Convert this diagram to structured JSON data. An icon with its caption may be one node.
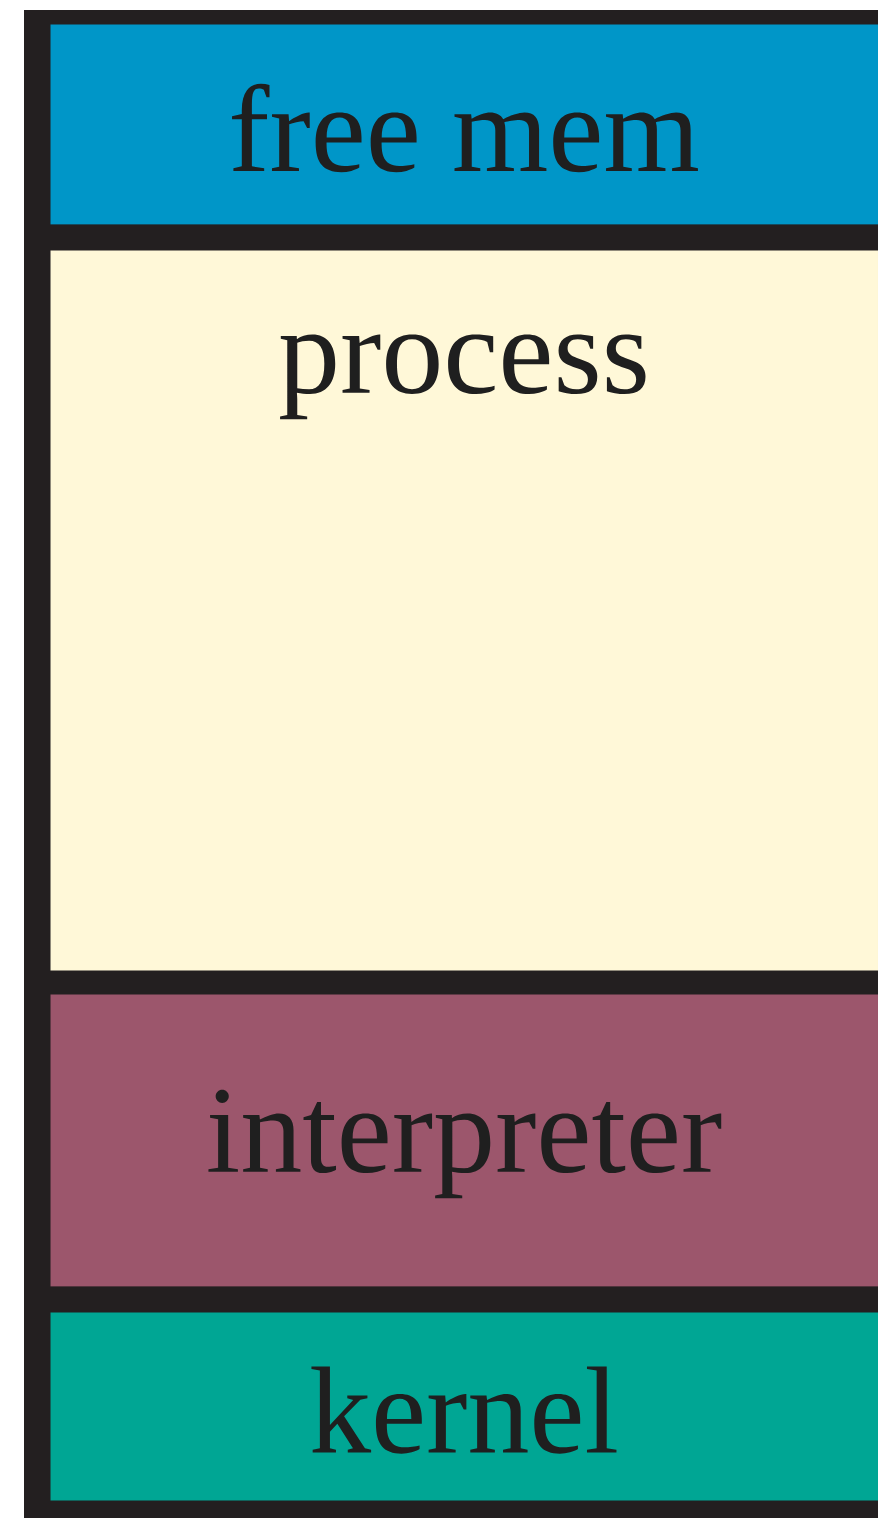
{
  "diagram": {
    "nodes": [
      {
        "text": [
          "free mem"
        ]
      },
      {
        "text": [
          "process"
        ]
      },
      {
        "text": [
          "interpreter"
        ]
      },
      {
        "text": [
          "kernel"
        ]
      }
    ]
  }
}
